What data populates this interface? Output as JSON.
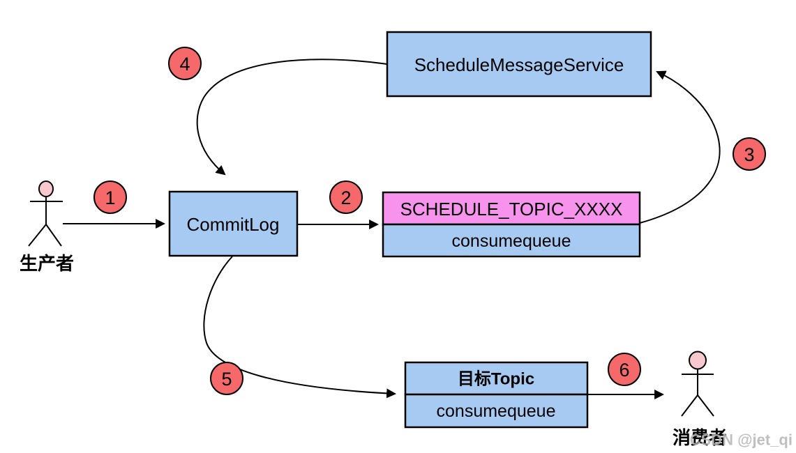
{
  "diagram": {
    "title_semantics": "RocketMQ delayed message flow diagram",
    "colors": {
      "background": "#ffffff",
      "box_blue": "#a6caf2",
      "box_pink": "#f793ec",
      "badge_red": "#f5696b",
      "actor_head_pink": "#f9c8ce",
      "line_black": "#000000",
      "watermark_gray": "#b4b4b4"
    },
    "boxes": {
      "schedule_service": {
        "label": "ScheduleMessageService"
      },
      "commitlog": {
        "label": "CommitLog"
      },
      "schedule_topic": {
        "topic_label": "SCHEDULE_TOPIC_XXXX",
        "queue_label": "consumequeue"
      },
      "target_topic": {
        "topic_label": "目标Topic",
        "queue_label": "consumequeue"
      }
    },
    "actors": {
      "producer": {
        "label": "生产者"
      },
      "consumer": {
        "label": "消费者"
      }
    },
    "step_badges": [
      "1",
      "2",
      "3",
      "4",
      "5",
      "6"
    ],
    "watermark": "CSDN @jet_qi"
  }
}
